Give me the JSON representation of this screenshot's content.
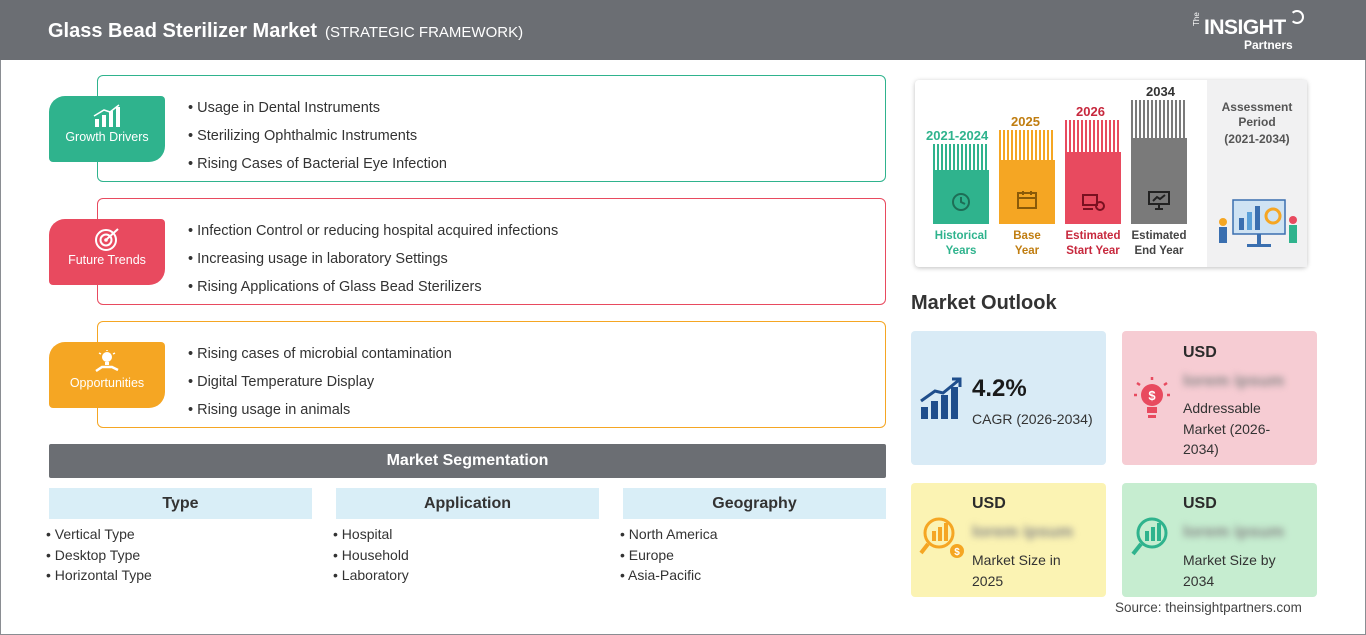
{
  "header": {
    "title": "Glass Bead Sterilizer Market",
    "subtitle": "(STRATEGIC FRAMEWORK)",
    "logo_the": "The",
    "logo_insight": "INSIGHT",
    "logo_partners": "Partners"
  },
  "drivers": [
    {
      "label": "Growth Drivers",
      "color": "#2fb38d",
      "items": [
        "Usage in Dental Instruments",
        "Sterilizing Ophthalmic Instruments",
        "Rising Cases of Bacterial Eye Infection"
      ]
    },
    {
      "label": "Future Trends",
      "color": "#e84a5f",
      "items": [
        "Infection Control or reducing hospital acquired infections",
        "Increasing usage in laboratory Settings",
        "Rising Applications of Glass Bead Sterilizers"
      ]
    },
    {
      "label": "Opportunities",
      "color": "#f5a623",
      "items": [
        "Rising cases of microbial contamination",
        "Digital Temperature Display",
        "Rising usage in animals"
      ]
    }
  ],
  "segmentation": {
    "title": "Market Segmentation",
    "columns": [
      {
        "head": "Type",
        "items": [
          "Vertical Type",
          "Desktop Type",
          "Horizontal Type"
        ]
      },
      {
        "head": "Application",
        "items": [
          "Hospital",
          "Household",
          "Laboratory"
        ]
      },
      {
        "head": "Geography",
        "items": [
          "North America",
          "Europe",
          "Asia-Pacific"
        ]
      }
    ]
  },
  "timeline": {
    "bars": [
      {
        "year": "2021-2024",
        "label1": "Historical",
        "label2": "Years",
        "color": "#2fb38d"
      },
      {
        "year": "2025",
        "label1": "Base",
        "label2": "Year",
        "color": "#f5a623"
      },
      {
        "year": "2026",
        "label1": "Estimated",
        "label2": "Start Year",
        "color": "#e84a5f"
      },
      {
        "year": "2034",
        "label1": "Estimated",
        "label2": "End Year",
        "color": "#7a7a7a"
      }
    ],
    "assessment_line1": "Assessment",
    "assessment_line2": "Period",
    "assessment_period": "(2021-2034)"
  },
  "outlook": {
    "title": "Market Outlook",
    "cagr_value": "4.2%",
    "cagr_label": "CAGR (2026-2034)",
    "addressable_usd": "USD",
    "addressable_value": "lorem ipsum",
    "addressable_label": "Addressable Market (2026-2034)",
    "size2025_usd": "USD",
    "size2025_value": "lorem ipsum",
    "size2025_label": "Market Size in 2025",
    "size2034_usd": "USD",
    "size2034_value": "lorem ipsum",
    "size2034_label": "Market Size by 2034"
  },
  "source": "Source: theinsightpartners.com"
}
